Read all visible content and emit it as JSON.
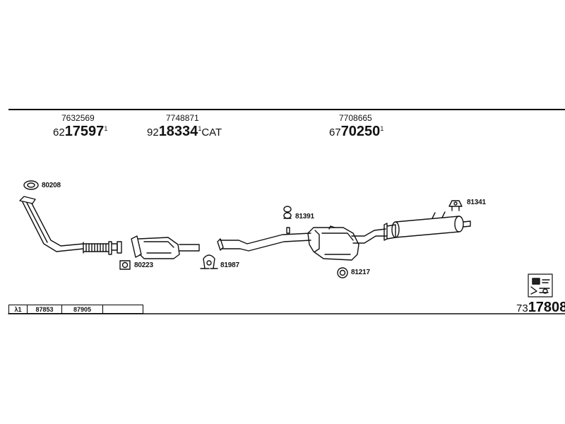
{
  "assemblies": [
    {
      "ref": "7632569",
      "prefix": "62",
      "number": "17597",
      "sup": "1",
      "suffix": ""
    },
    {
      "ref": "7748871",
      "prefix": "92",
      "number": "18334",
      "sup": "1",
      "suffix": "CAT"
    },
    {
      "ref": "7708665",
      "prefix": "67",
      "number": "70250",
      "sup": "1",
      "suffix": ""
    }
  ],
  "part_labels": {
    "gasket_top": "80208",
    "clamp_cat": "80223",
    "clamp_mid": "81987",
    "hanger_mid": "81391",
    "ring": "81217",
    "hanger_rear": "81341"
  },
  "footer": {
    "lambda": "λ1",
    "codes": [
      "87853",
      "87905"
    ],
    "sheet_prefix": "73",
    "sheet_number": "17808"
  },
  "icons": {
    "logo": "catalog-logo-icon"
  }
}
